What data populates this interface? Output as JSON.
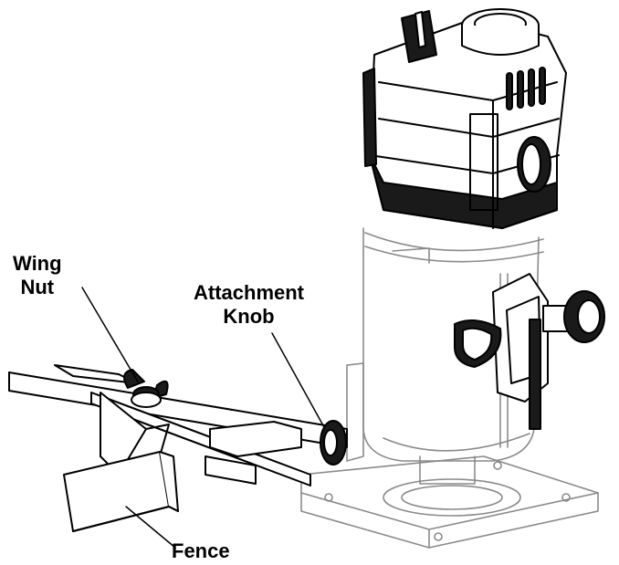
{
  "labels": {
    "wing_nut": [
      "Wing",
      "Nut"
    ],
    "attachment_knob": [
      "Attachment",
      "Knob"
    ],
    "fence": "Fence"
  },
  "colors": {
    "line": "#000000",
    "light_line": "#8a8a8a",
    "fill_dark": "#1a1a1a",
    "fill_light": "#ffffff"
  }
}
